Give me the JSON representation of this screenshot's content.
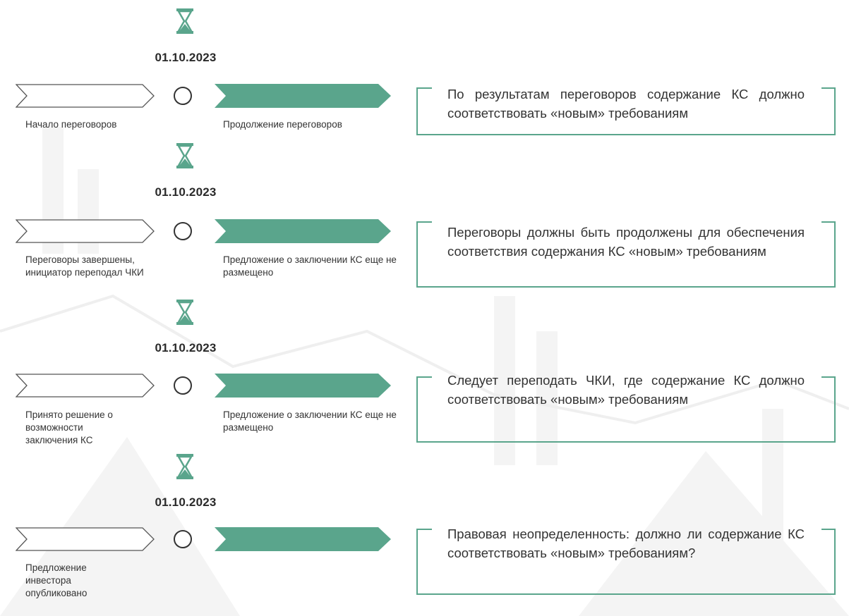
{
  "colors": {
    "accent": "#5aa58c",
    "dark": "#333333"
  },
  "icons": {
    "timer": "hourglass-icon",
    "node": "circle-icon"
  },
  "stages": [
    {
      "date": "01.10.2023",
      "left_label": "Начало переговоров",
      "right_label": "Продолжение переговоров",
      "note": "По результатам переговоров содержание КС должно соответствовать «новым» требованиям"
    },
    {
      "date": "01.10.2023",
      "left_label": "Переговоры завершены, инициатор переподал ЧКИ",
      "right_label": "Предложение о заключении КС еще не размещено",
      "note": "Переговоры должны быть продолжены для обеспечения соответствия содержания КС «новым» требованиям"
    },
    {
      "date": "01.10.2023",
      "left_label": "Принято решение о возможности заключения КС",
      "right_label": "Предложение о заключении КС еще не размещено",
      "note": "Следует переподать ЧКИ, где содержание КС должно соответствовать «новым» требованиям"
    },
    {
      "date": "01.10.2023",
      "left_label": "Предложение инвестора опубликовано",
      "right_label": "",
      "note": "Правовая неопределенность: должно ли содержание КС соответствовать «новым» требованиям?"
    }
  ]
}
